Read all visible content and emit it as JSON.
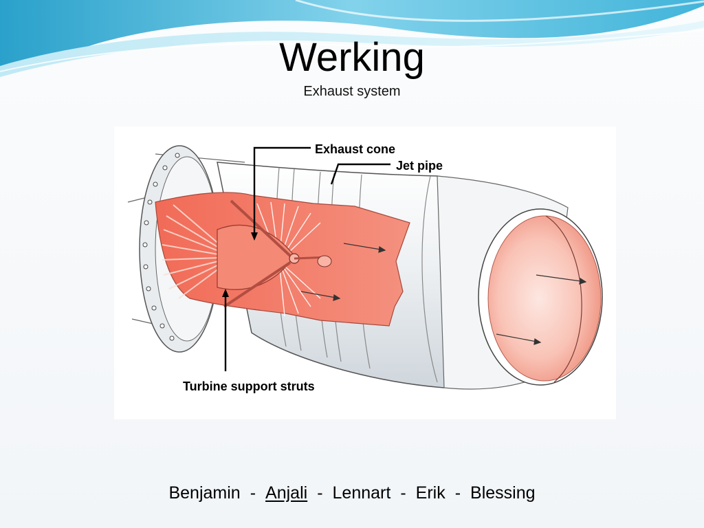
{
  "slide": {
    "title": "Werking",
    "subtitle": "Exhaust system"
  },
  "diagram": {
    "labels": {
      "exhaust_cone": "Exhaust cone",
      "jet_pipe": "Jet pipe",
      "turbine_support_struts": "Turbine support struts"
    }
  },
  "footer": {
    "names": [
      "Benjamin",
      "Anjali",
      "Lennart",
      "Erik",
      "Blessing"
    ],
    "separator": "-",
    "highlighted": "Anjali"
  },
  "colors": {
    "wave_dark": "#2fa7d0",
    "wave_light": "#a9e0ef",
    "engine_red": "#f07a66",
    "engine_pink": "#f7b5a6",
    "casing": "#eef1f3"
  }
}
